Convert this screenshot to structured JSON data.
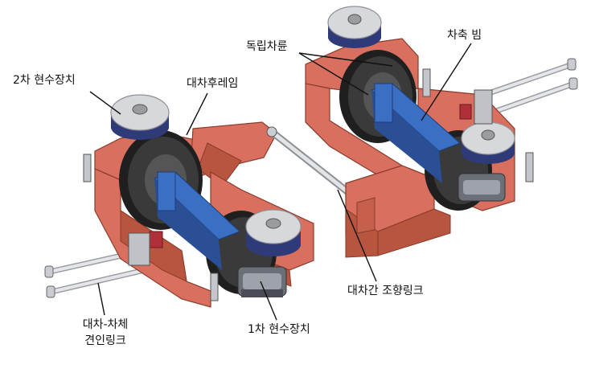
{
  "labels": {
    "secondary_suspension": "2차 현수장치",
    "bogie_frame": "대차후레임",
    "independent_wheel": "독립차륜",
    "axle_beam": "차축 빔",
    "inter_bogie_steering_link": "대차간 조향링크",
    "primary_suspension": "1차 현수장치",
    "bogie_body_traction_link_line1": "대차-차체",
    "bogie_body_traction_link_line2": "견인링크"
  },
  "colors": {
    "frame_red": "#d9705f",
    "frame_dark": "#b8553f",
    "beam_blue": "#3a6fc4",
    "beam_dark": "#2b4f95",
    "wheel_dark": "#2d2d2d",
    "airspring_navy": "#2f3a78",
    "rod_gray": "#d6d8dc",
    "leader_line": "#111111"
  }
}
